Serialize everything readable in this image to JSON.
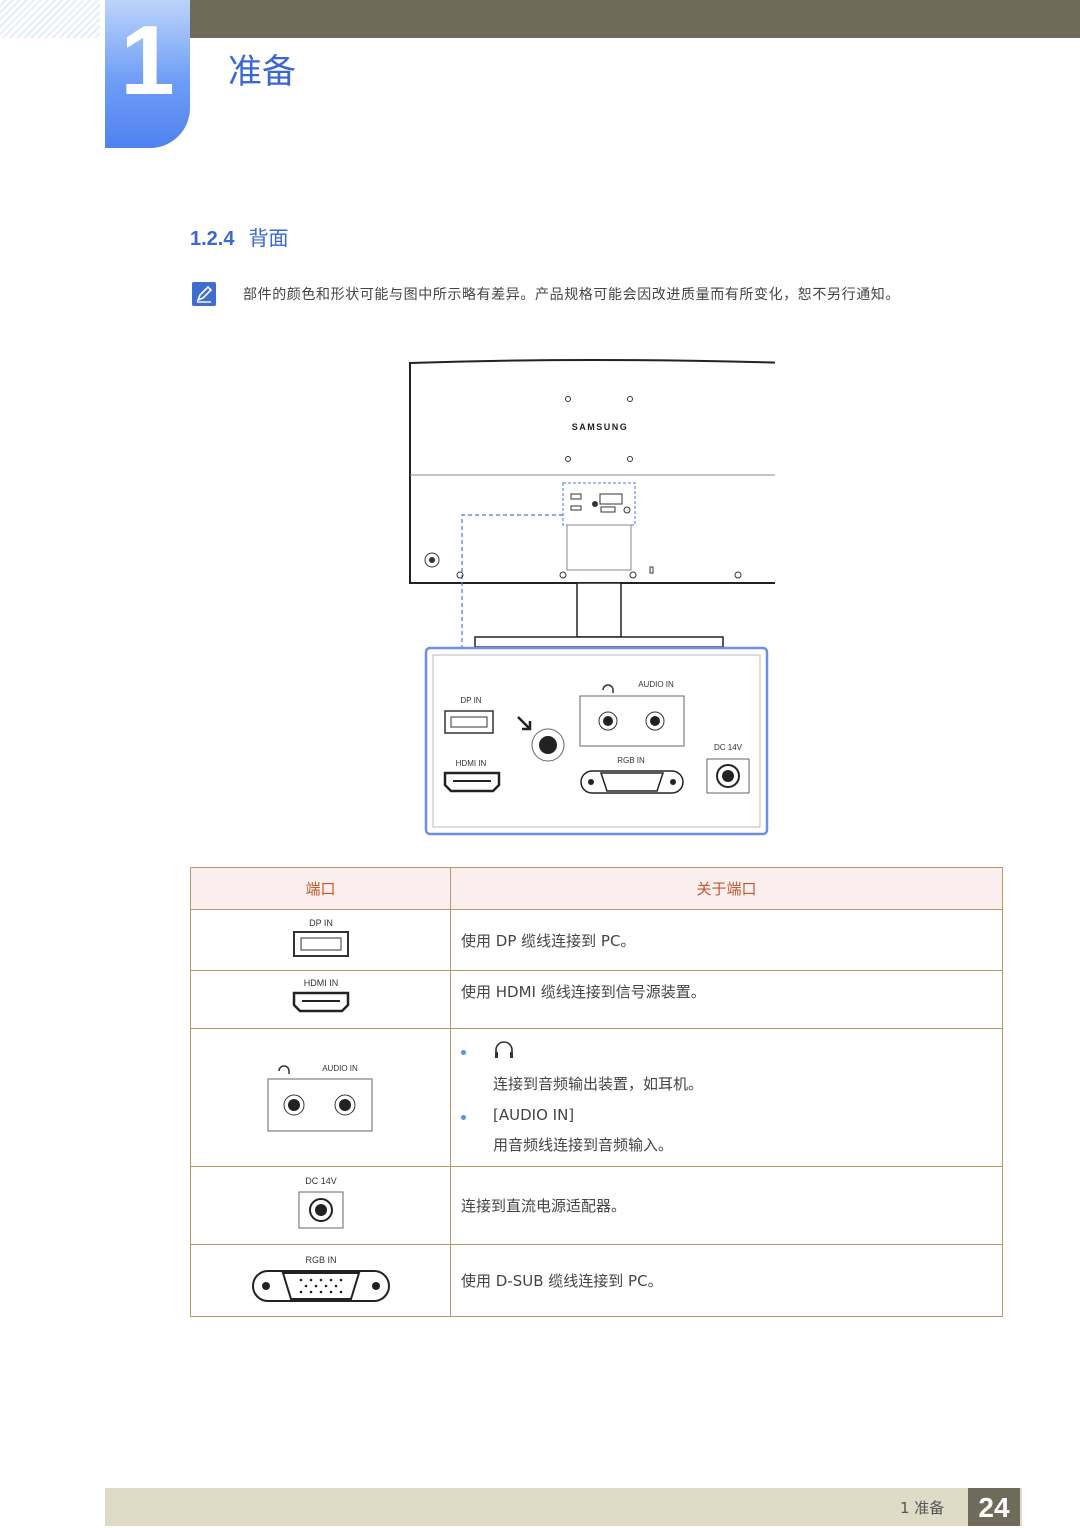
{
  "chapter": {
    "number": "1",
    "title": "准备"
  },
  "section": {
    "number": "1.2.4",
    "title": "背面"
  },
  "note": {
    "icon": "note-pencil-icon",
    "text": "部件的颜色和形状可能与图中所示略有差异。产品规格可能会因改进质量而有所变化，恕不另行通知。"
  },
  "figure": {
    "brand": "SAMSUNG",
    "labels": {
      "dp_in": "DP IN",
      "hdmi_in": "HDMI IN",
      "audio_in": "AUDIO IN",
      "rgb_in": "RGB IN",
      "dc": "DC 14V"
    }
  },
  "table": {
    "headers": [
      "端口",
      "关于端口"
    ],
    "rows": [
      {
        "port": "DP IN",
        "desc": "使用 DP 缆线连接到 PC。"
      },
      {
        "port": "HDMI IN",
        "desc": "使用 HDMI 缆线连接到信号源装置。"
      },
      {
        "port": "AUDIO IN",
        "items": [
          {
            "label": "",
            "icon": "headphone-icon",
            "desc": "连接到音频输出装置，如耳机。"
          },
          {
            "label": "[AUDIO IN]",
            "desc": "用音频线连接到音频输入。"
          }
        ]
      },
      {
        "port": "DC 14V",
        "desc": "连接到直流电源适配器。"
      },
      {
        "port": "RGB IN",
        "desc": "使用 D-SUB 缆线连接到 PC。"
      }
    ]
  },
  "footer": {
    "label": "1 准备",
    "page": "24"
  },
  "colors": {
    "accent": "#3a66d6",
    "bar": "#6f6b5a",
    "footer_bg": "#dedbc6",
    "table_border": "#b59a66",
    "header_text": "#c25a2a"
  }
}
